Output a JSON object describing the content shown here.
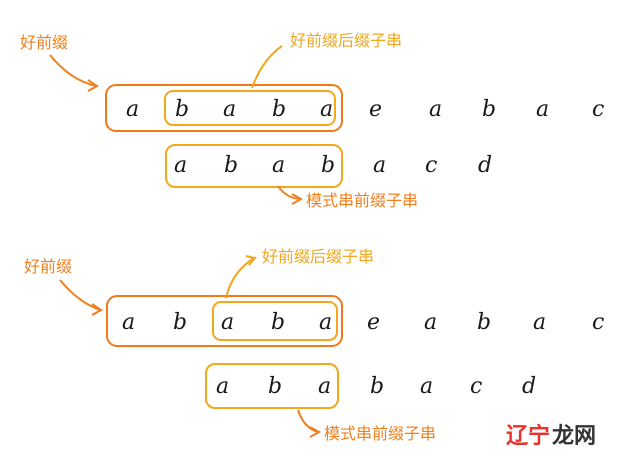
{
  "colors": {
    "outer_box": "#f07a1a",
    "inner_box": "#f2a71e",
    "pattern_box": "#f2a71e",
    "annotation": "#f0801e",
    "text": "#1a1a1a"
  },
  "labels": {
    "good_prefix": "好前缀",
    "good_prefix_suffix": "好前缀后缀子串",
    "pattern_prefix": "模式串前缀子串"
  },
  "diagrams": [
    {
      "main": [
        "a",
        "b",
        "a",
        "b",
        "a",
        "e",
        "a",
        "b",
        "a",
        "c"
      ],
      "pattern": [
        "a",
        "b",
        "a",
        "b",
        "a",
        "c",
        "d"
      ]
    },
    {
      "main": [
        "a",
        "b",
        "a",
        "b",
        "a",
        "e",
        "a",
        "b",
        "a",
        "c"
      ],
      "pattern": [
        "a",
        "b",
        "a",
        "b",
        "a",
        "c",
        "d"
      ]
    }
  ],
  "watermark": {
    "red": "辽宁",
    "dark": "龙网"
  }
}
